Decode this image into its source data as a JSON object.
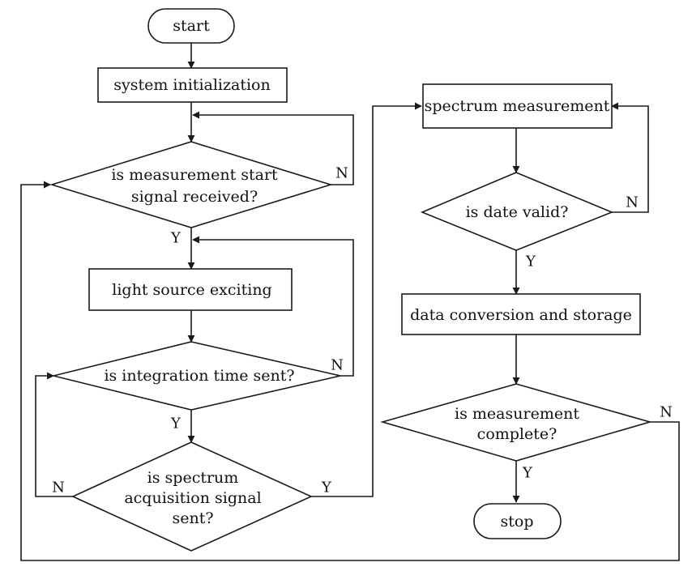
{
  "nodes": {
    "start": "start",
    "system_initialization": "system initialization",
    "measurement_start_question": [
      "is measurement start",
      "signal received?"
    ],
    "light_source_exciting": "light source exciting",
    "integration_time_question": "is integration time sent?",
    "acquisition_signal_question": [
      "is spectrum",
      "acquisition signal",
      "sent?"
    ],
    "spectrum_measurement": "spectrum measurement",
    "date_valid_question": "is date valid?",
    "data_conversion_storage": "data conversion and storage",
    "measurement_complete_question": [
      "is measurement",
      "complete?"
    ],
    "stop": "stop"
  },
  "edge_labels": {
    "yes": "Y",
    "no": "N"
  }
}
